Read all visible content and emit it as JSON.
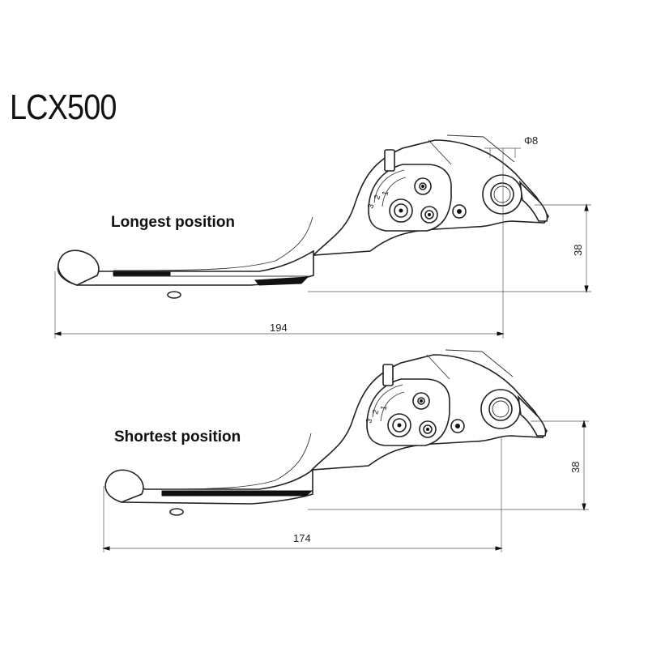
{
  "title": "LCX500",
  "levers": [
    {
      "label": "Longest position",
      "length": "194",
      "height": "38",
      "diameter": "8",
      "scale_marks": [
        "3",
        "2",
        "1"
      ]
    },
    {
      "label": "Shortest position",
      "length": "174",
      "height": "38",
      "scale_marks": [
        "3",
        "2",
        "1"
      ]
    }
  ],
  "diameter_symbol": "Φ"
}
